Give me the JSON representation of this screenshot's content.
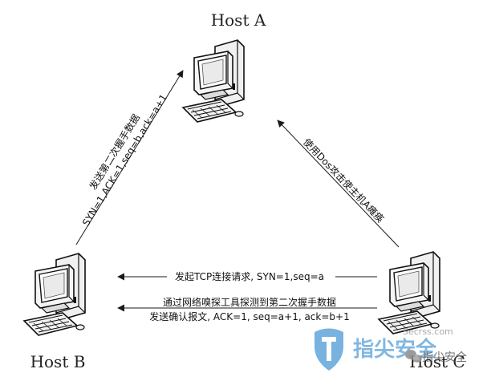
{
  "hosts": {
    "a": {
      "label": "Host A"
    },
    "b": {
      "label": "Host B"
    },
    "c": {
      "label": "Host C"
    }
  },
  "messages": {
    "b_to_a_line1": "发送第二次握手数据",
    "b_to_a_line2": "SYN=1,ACK=1,seq=b,ack=a+1",
    "c_to_a": "使用Dos攻击使主机A瘫痪",
    "c_to_b_syn": "发起TCP连接请求, SYN=1,seq=a",
    "c_to_b_sniff": "通过网络嗅探工具探测到第二次握手数据",
    "c_to_b_ack": "发送确认报文, ACK=1, seq=a+1, ack=b+1"
  },
  "watermark": {
    "site": "Secrss.com",
    "brand": "指尖安全",
    "account": "指尖安全"
  },
  "colors": {
    "line": "#1a1a1a",
    "watermark_blue": "#3a8fd0"
  }
}
